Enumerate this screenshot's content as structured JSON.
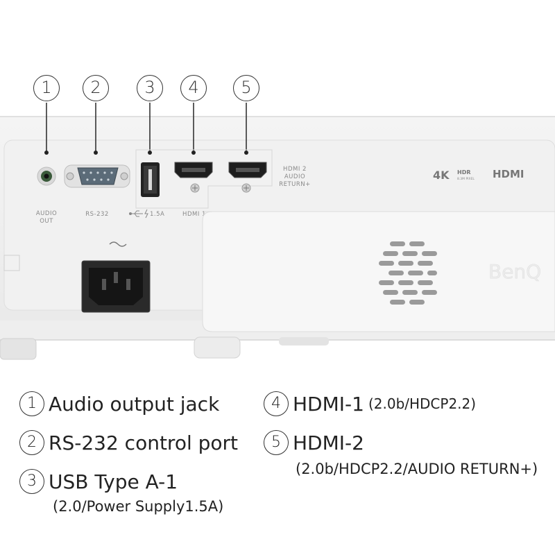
{
  "callouts": [
    "1",
    "2",
    "3",
    "4",
    "5"
  ],
  "panel_labels": {
    "audio_out_1": "AUDIO",
    "audio_out_2": "OUT",
    "rs232": "RS-232",
    "usb": "1.5A",
    "hdmi1": "HDMI 1",
    "hdmi2_1": "HDMI 2",
    "hdmi2_2": "AUDIO",
    "hdmi2_3": "RETURN+",
    "badge_4k": "4K",
    "badge_hdr": "HDR",
    "badge_pixel": "8.3M PIXEL",
    "badge_hdmi": "HDMI",
    "brand": "BenQ"
  },
  "legend": {
    "item1": {
      "num": "1",
      "label": "Audio output jack"
    },
    "item2": {
      "num": "2",
      "label": "RS-232 control port"
    },
    "item3": {
      "num": "3",
      "label": "USB Type A-1",
      "sub": "(2.0/Power Supply1.5A)"
    },
    "item4": {
      "num": "4",
      "label": "HDMI-1",
      "small": "(2.0b/HDCP2.2)"
    },
    "item5": {
      "num": "5",
      "label": "HDMI-2",
      "sub": "(2.0b/HDCP2.2/AUDIO RETURN+)"
    }
  }
}
